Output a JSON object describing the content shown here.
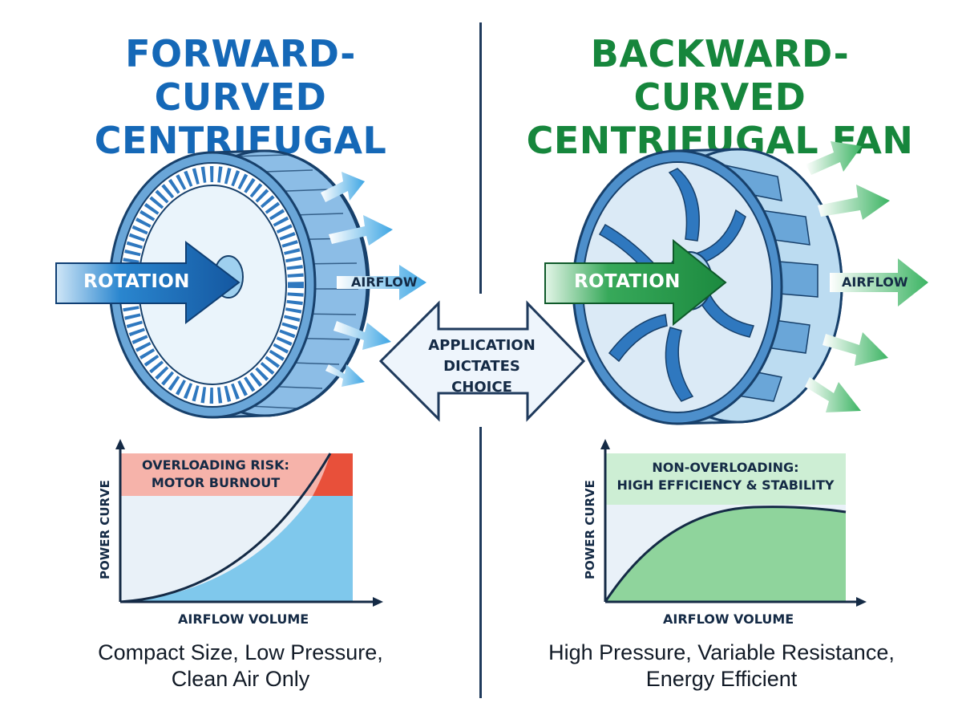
{
  "left": {
    "title_line1": "FORWARD-CURVED",
    "title_line2": "CENTRIFUGAL FAN",
    "rotation_label": "ROTATION",
    "airflow_label": "AIRFLOW",
    "chart_title_line1": "OVERLOADING RISK:",
    "chart_title_line2": "MOTOR BURNOUT",
    "y_axis_label": "POWER CURVE",
    "x_axis_label": "AIRFLOW VOLUME",
    "caption_line1": "Compact Size, Low Pressure,",
    "caption_line2": "Clean Air Only",
    "accent_color": "#1568b7"
  },
  "right": {
    "title_line1": "BACKWARD-CURVED",
    "title_line2": "CENTRIFUGAL FAN",
    "rotation_label": "ROTATION",
    "airflow_label": "AIRFLOW",
    "chart_title_line1": "NON-OVERLOADING:",
    "chart_title_line2": "HIGH EFFICIENCY & STABILITY",
    "y_axis_label": "POWER CURVE",
    "x_axis_label": "AIRFLOW VOLUME",
    "caption_line1": "High Pressure, Variable Resistance,",
    "caption_line2": "Energy Efficient",
    "accent_color": "#16863c"
  },
  "center": {
    "line1": "APPLICATION",
    "line2": "DICTATES",
    "line3": "CHOICE"
  },
  "colors": {
    "divider": "#1f3a5c",
    "danger": "#e8503a",
    "danger_light": "#f6b3aa",
    "blue_fill": "#7fc8ec",
    "green_fill": "#8fd49c",
    "green_light": "#cdeed4"
  }
}
